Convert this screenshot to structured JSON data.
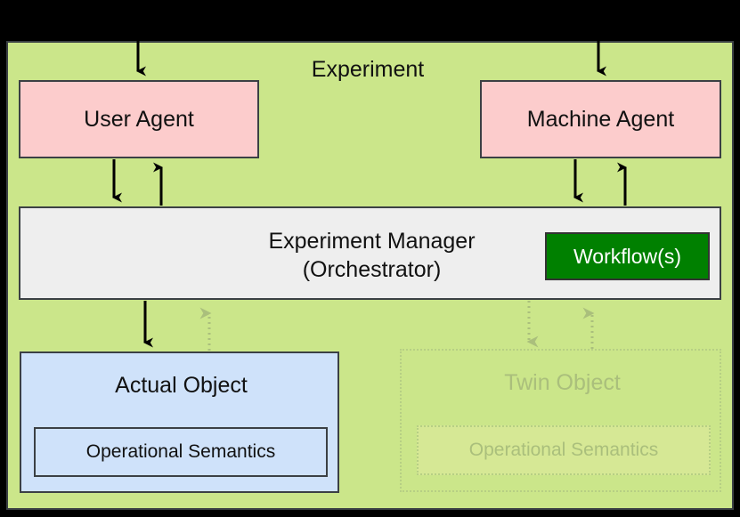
{
  "diagram": {
    "title": "Experiment",
    "container": {
      "label": "Experiment",
      "fill": "#cbe68a",
      "stroke": "#3b4044",
      "outer_background": "#000000"
    },
    "nodes": [
      {
        "id": "user-agent",
        "label": "User Agent",
        "fill": "#fccccc",
        "stroke": "#3b4044",
        "text_color": "#111111"
      },
      {
        "id": "machine-agent",
        "label": "Machine Agent",
        "fill": "#fccccc",
        "stroke": "#3b4044",
        "text_color": "#111111"
      },
      {
        "id": "experiment-manager",
        "label_line1": "Experiment Manager",
        "label_line2": "(Orchestrator)",
        "fill": "#eeeeee",
        "stroke": "#3b4044",
        "text_color": "#111111"
      },
      {
        "id": "workflows",
        "label": "Workflow(s)",
        "fill": "#008000",
        "stroke": "#333333",
        "text_color": "#ffffff"
      },
      {
        "id": "actual-object",
        "label": "Actual Object",
        "fill": "#cfe2fa",
        "stroke": "#3b4044",
        "text_color": "#111111"
      },
      {
        "id": "actual-semantics",
        "label": "Operational Semantics",
        "fill": "#cfe2fa",
        "stroke": "#3b4044",
        "text_color": "#111111"
      },
      {
        "id": "twin-object",
        "label": "Twin Object",
        "fill": "transparent",
        "stroke": "#b6cf84",
        "text_color": "#aabf7c",
        "style": "dotted-faded"
      },
      {
        "id": "twin-semantics",
        "label": "Operational Semantics",
        "fill": "#d6e895",
        "stroke": "#b6cf84",
        "text_color": "#aabf7c",
        "style": "dotted-faded"
      }
    ],
    "edges": [
      {
        "id": "edge-into-user-agent",
        "from": "outside",
        "to": "user-agent",
        "style": "solid",
        "direction": "down",
        "color": "#000000"
      },
      {
        "id": "edge-into-machine-agent",
        "from": "outside",
        "to": "machine-agent",
        "style": "solid",
        "direction": "down",
        "color": "#000000"
      },
      {
        "id": "edge-user-agent-to-manager",
        "from": "user-agent",
        "to": "experiment-manager",
        "style": "solid",
        "direction": "down",
        "color": "#000000"
      },
      {
        "id": "edge-manager-to-user-agent",
        "from": "experiment-manager",
        "to": "user-agent",
        "style": "solid",
        "direction": "up",
        "color": "#000000"
      },
      {
        "id": "edge-machine-agent-to-manager",
        "from": "machine-agent",
        "to": "experiment-manager",
        "style": "solid",
        "direction": "down",
        "color": "#000000"
      },
      {
        "id": "edge-manager-to-machine-agent",
        "from": "experiment-manager",
        "to": "machine-agent",
        "style": "solid",
        "direction": "up",
        "color": "#000000"
      },
      {
        "id": "edge-manager-to-actual-object",
        "from": "experiment-manager",
        "to": "actual-object",
        "style": "solid",
        "direction": "down",
        "color": "#000000"
      },
      {
        "id": "edge-actual-object-to-manager",
        "from": "actual-object",
        "to": "experiment-manager",
        "style": "dotted",
        "direction": "up",
        "color": "#aabf7c"
      },
      {
        "id": "edge-manager-to-twin-object",
        "from": "experiment-manager",
        "to": "twin-object",
        "style": "dotted",
        "direction": "down",
        "color": "#aabf7c"
      },
      {
        "id": "edge-twin-object-to-manager",
        "from": "twin-object",
        "to": "experiment-manager",
        "style": "dotted",
        "direction": "up",
        "color": "#aabf7c"
      }
    ]
  }
}
